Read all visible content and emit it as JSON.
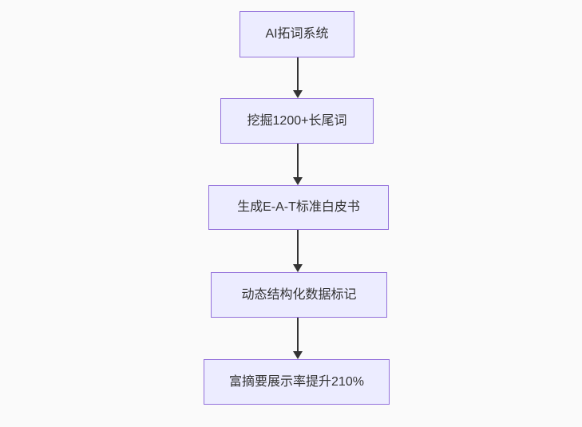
{
  "diagram": {
    "type": "flowchart",
    "direction": "top-down",
    "nodes": [
      {
        "id": "n1",
        "label": "AI拓词系统"
      },
      {
        "id": "n2",
        "label": "挖掘1200+长尾词"
      },
      {
        "id": "n3",
        "label": "生成E-A-T标准白皮书"
      },
      {
        "id": "n4",
        "label": "动态结构化数据标记"
      },
      {
        "id": "n5",
        "label": "富摘要展示率提升210%"
      }
    ],
    "edges": [
      {
        "from": "n1",
        "to": "n2",
        "arrow": "down"
      },
      {
        "from": "n2",
        "to": "n3",
        "arrow": "down"
      },
      {
        "from": "n3",
        "to": "n4",
        "arrow": "down"
      },
      {
        "from": "n4",
        "to": "n5",
        "arrow": "down"
      }
    ],
    "colors": {
      "background": "#FAFAFA",
      "node_fill": "#ECECFF",
      "node_border": "#9370DB",
      "edge": "#333333",
      "text": "#333333"
    }
  }
}
